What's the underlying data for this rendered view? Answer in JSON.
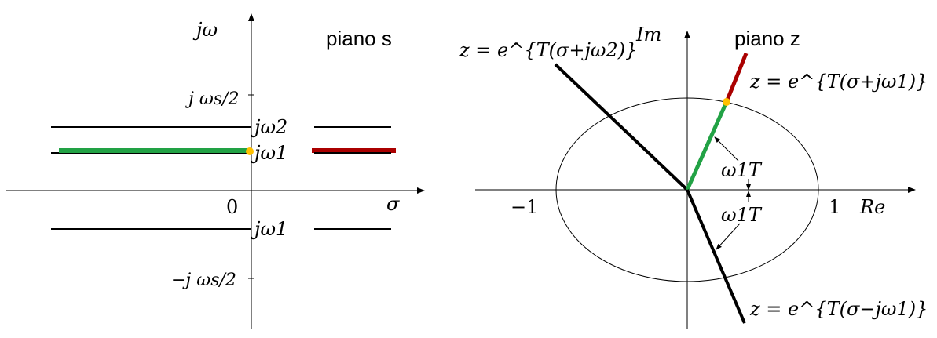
{
  "s_plane": {
    "title": "piano s",
    "axis_vertical": "jω",
    "axis_horizontal": "σ",
    "origin": "0",
    "tick_upper": "j ωs/2",
    "tick_lower": "−j ωs/2",
    "line_upper_label": "jω2",
    "line_mid_label": "jω1",
    "line_lower_label": "jω1"
  },
  "z_plane": {
    "title": "piano z",
    "axis_vertical": "Im",
    "axis_horizontal": "Re",
    "tick_left": "−1",
    "tick_right": "1",
    "ray_upper_label": "z = e^{T(σ+jω2)}",
    "ray_red_label": "z = e^{T(σ+jω1)}",
    "ray_lower_label": "z = e^{T(σ−jω1)}",
    "angle_upper_label": "ω1T",
    "angle_lower_label": "ω1T"
  },
  "colors": {
    "green": "#22a245",
    "red": "#aa0000",
    "black": "#000000",
    "dot": "#ffc000"
  }
}
